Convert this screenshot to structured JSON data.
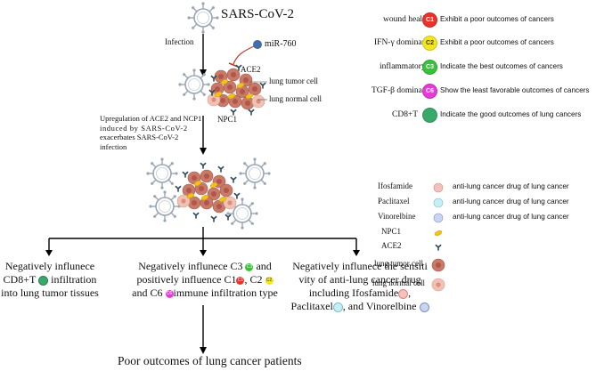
{
  "top": {
    "virus_title": "SARS-CoV-2",
    "infection_label": "Infection",
    "mirna_label": "miR-760",
    "ace2_label": "ACE2",
    "tumor_cell_label": "lung tumor cell",
    "normal_cell_label": "lung normal cell",
    "npc1_label": "NPC1"
  },
  "upregulation_text": {
    "line1": "Upregulation of ACE2 and NCP1",
    "line2": "induced by SARS-CoV-2",
    "line3": "exacerbates SARS-CoV-2 infection"
  },
  "legend": {
    "types": [
      {
        "label": "wound healing",
        "badge": "C1",
        "color": "#e8332a",
        "text_color": "#ffffff",
        "desc": "Exhibit a poor outcomes of cancers"
      },
      {
        "label": "IFN-γ dominant",
        "badge": "C2",
        "color": "#f3e620",
        "text_color": "#333333",
        "desc": "Exhibit a poor outcomes of cancers"
      },
      {
        "label": "inflammatory",
        "badge": "C3",
        "color": "#38c23a",
        "text_color": "#ffffff",
        "desc": "Indicate the best outcomes of cancers"
      },
      {
        "label": "TGF-β dominant",
        "badge": "C6",
        "color": "#e23bd6",
        "text_color": "#ffffff",
        "desc": "Show the least favorable outcomes of cancers"
      },
      {
        "label": "CD8+T",
        "badge": "",
        "color": "#3aa86a",
        "text_color": "#ffffff",
        "desc": "Indicate the good outcomes of lung cancers"
      }
    ],
    "drugs": [
      {
        "label": "Ifosfamide",
        "color": "#f3b9b6",
        "desc": "anti-lung cancer drug of lung cancer"
      },
      {
        "label": "Paclitaxel",
        "color": "#bfe9f2",
        "desc": "anti-lung cancer drug of lung cancer"
      },
      {
        "label": "Vinorelbine",
        "color": "#c4d2ee",
        "desc": "anti-lung cancer drug of lung cancer"
      }
    ],
    "symbols": [
      {
        "label": "NPC1",
        "icon": "yellow-capsule-icon"
      },
      {
        "label": "ACE2",
        "icon": "ace2-receptor-icon"
      },
      {
        "label": "lung tumor cell",
        "icon": "tumor-cell-icon"
      },
      {
        "label": "lung normal cell",
        "icon": "normal-cell-icon"
      }
    ]
  },
  "effects": {
    "left": {
      "line1": "Negatively influnece",
      "line2a": "CD8+T",
      "line2b": "infiltration",
      "line3": "into lung tumor tissues"
    },
    "middle": {
      "line1a": "Negatively influnece C3",
      "line1b": "and",
      "line2a": "positively influence C1",
      "line2b": ", C2",
      "line3a": "and C6",
      "line3b": "immune infiltration type"
    },
    "right": {
      "line1": "Negatively influnece the sensiti",
      "line2": "vity of anti-lung cancer drug",
      "line3": "including Ifosfamide",
      "line4a": "Paclitaxel",
      "line4b": ", and Vinorelbine"
    }
  },
  "outcome": "Poor outcomes of lung cancer patients"
}
